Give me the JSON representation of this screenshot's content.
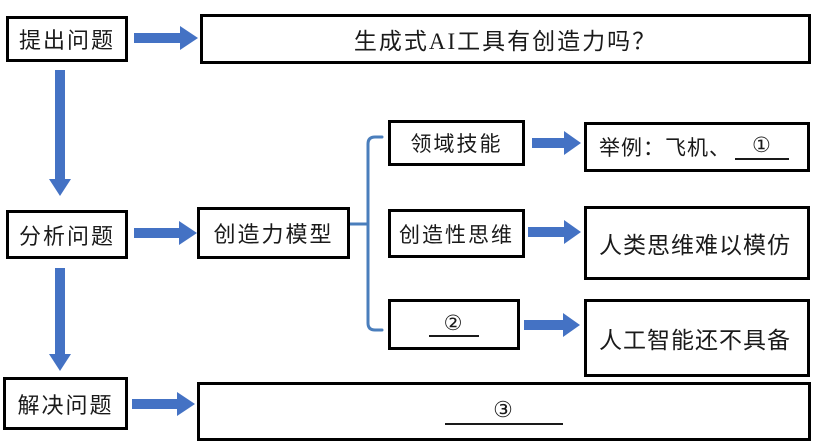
{
  "colors": {
    "accent": "#4472C4",
    "bracket": "#4a7ebc",
    "box_border": "#000000",
    "background": "#ffffff"
  },
  "flowchart": {
    "stage1": {
      "label": "提出问题"
    },
    "question": {
      "text": "生成式AI工具有创造力吗？"
    },
    "stage2": {
      "label": "分析问题"
    },
    "model": {
      "label": "创造力模型"
    },
    "branch1": {
      "label": "领域技能",
      "result_prefix": "举例：飞机、",
      "result_blank": "①"
    },
    "branch2": {
      "label": "创造性思维",
      "result": "人类思维难以模仿"
    },
    "branch3": {
      "label_blank": "②",
      "result": "人工智能还不具备"
    },
    "stage3": {
      "label": "解决问题"
    },
    "solution": {
      "blank": "③"
    }
  }
}
